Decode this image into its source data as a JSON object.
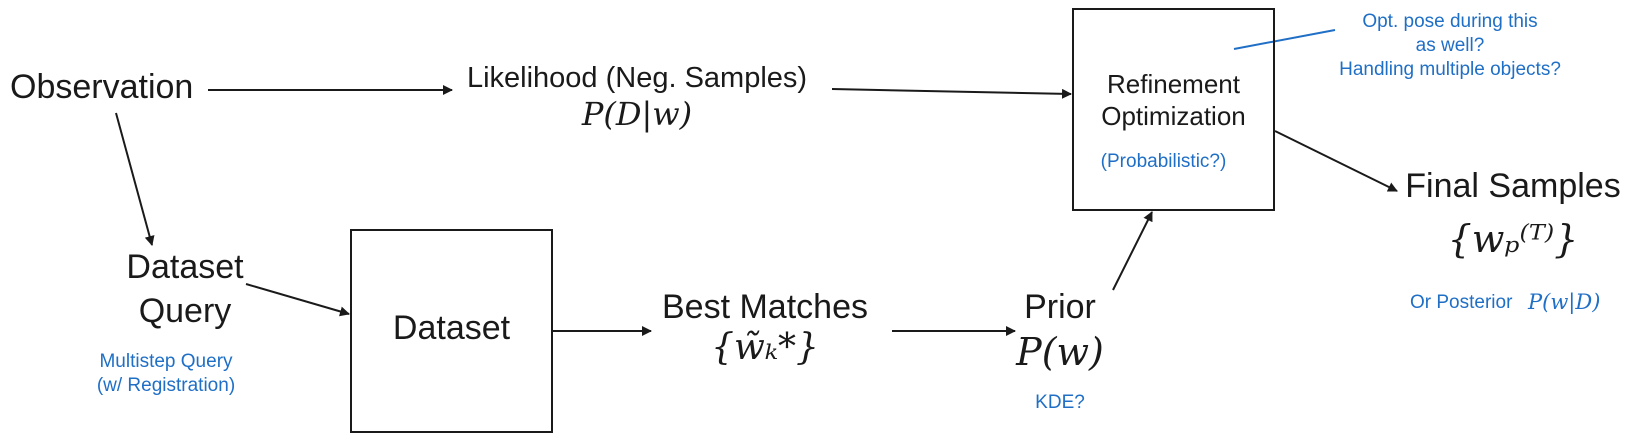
{
  "nodes": {
    "observation": "Observation",
    "likelihood_label": "Likelihood (Neg. Samples)",
    "likelihood_math": "P(D|w)",
    "dataset_query_line1": "Dataset",
    "dataset_query_line2": "Query",
    "dataset_box": "Dataset",
    "best_matches_label": "Best Matches",
    "best_matches_math": "{w̃ₖ*}",
    "prior_label": "Prior",
    "prior_math": "P(w)",
    "refinement_line1": "Refinement",
    "refinement_line2": "Optimization",
    "final_samples_label": "Final Samples",
    "final_samples_math": "{wₚ⁽ᵀ⁾}"
  },
  "annotations": {
    "multistep_line1": "Multistep Query",
    "multistep_line2": "(w/ Registration)",
    "kde": "KDE?",
    "probabilistic": "(Probabilistic?)",
    "opt_pose_line1": "Opt. pose during this",
    "opt_pose_line2": "as well?",
    "opt_pose_line3": "Handling multiple objects?",
    "or_posterior": "Or Posterior",
    "or_posterior_math": "P(w|D)"
  },
  "colors": {
    "ink": "#1a1a1a",
    "annotation_blue": "#1f6fc6"
  }
}
